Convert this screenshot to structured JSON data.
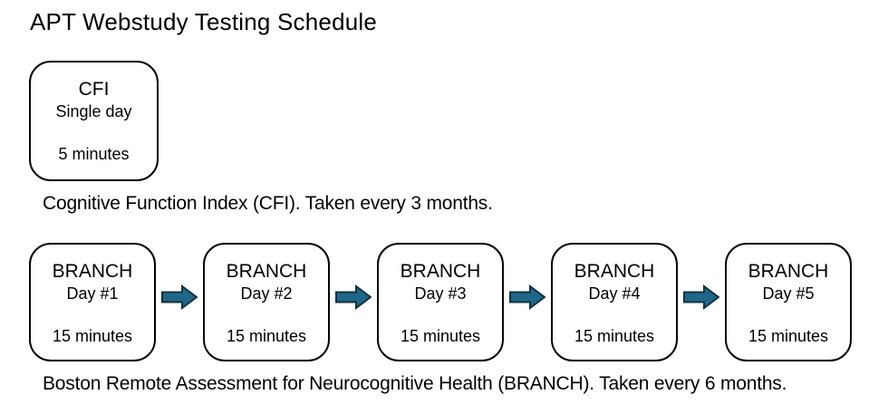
{
  "title": "APT Webstudy Testing Schedule",
  "cfi": {
    "box": {
      "name": "CFI",
      "schedule": "Single day",
      "duration": "5 minutes"
    },
    "caption": "Cognitive Function Index (CFI). Taken every 3 months."
  },
  "branch": {
    "boxes": [
      {
        "name": "BRANCH",
        "day": "Day #1",
        "duration": "15 minutes"
      },
      {
        "name": "BRANCH",
        "day": "Day #2",
        "duration": "15 minutes"
      },
      {
        "name": "BRANCH",
        "day": "Day #3",
        "duration": "15 minutes"
      },
      {
        "name": "BRANCH",
        "day": "Day #4",
        "duration": "15 minutes"
      },
      {
        "name": "BRANCH",
        "day": "Day #5",
        "duration": "15 minutes"
      }
    ],
    "caption": "Boston Remote Assessment for Neurocognitive Health (BRANCH). Taken every 6 months."
  },
  "icons": {
    "arrow": "right-block-arrow"
  },
  "colors": {
    "arrow_fill": "#1f6789",
    "arrow_stroke": "#15313f",
    "box_border": "#000000",
    "text": "#000000",
    "background": "#ffffff"
  }
}
